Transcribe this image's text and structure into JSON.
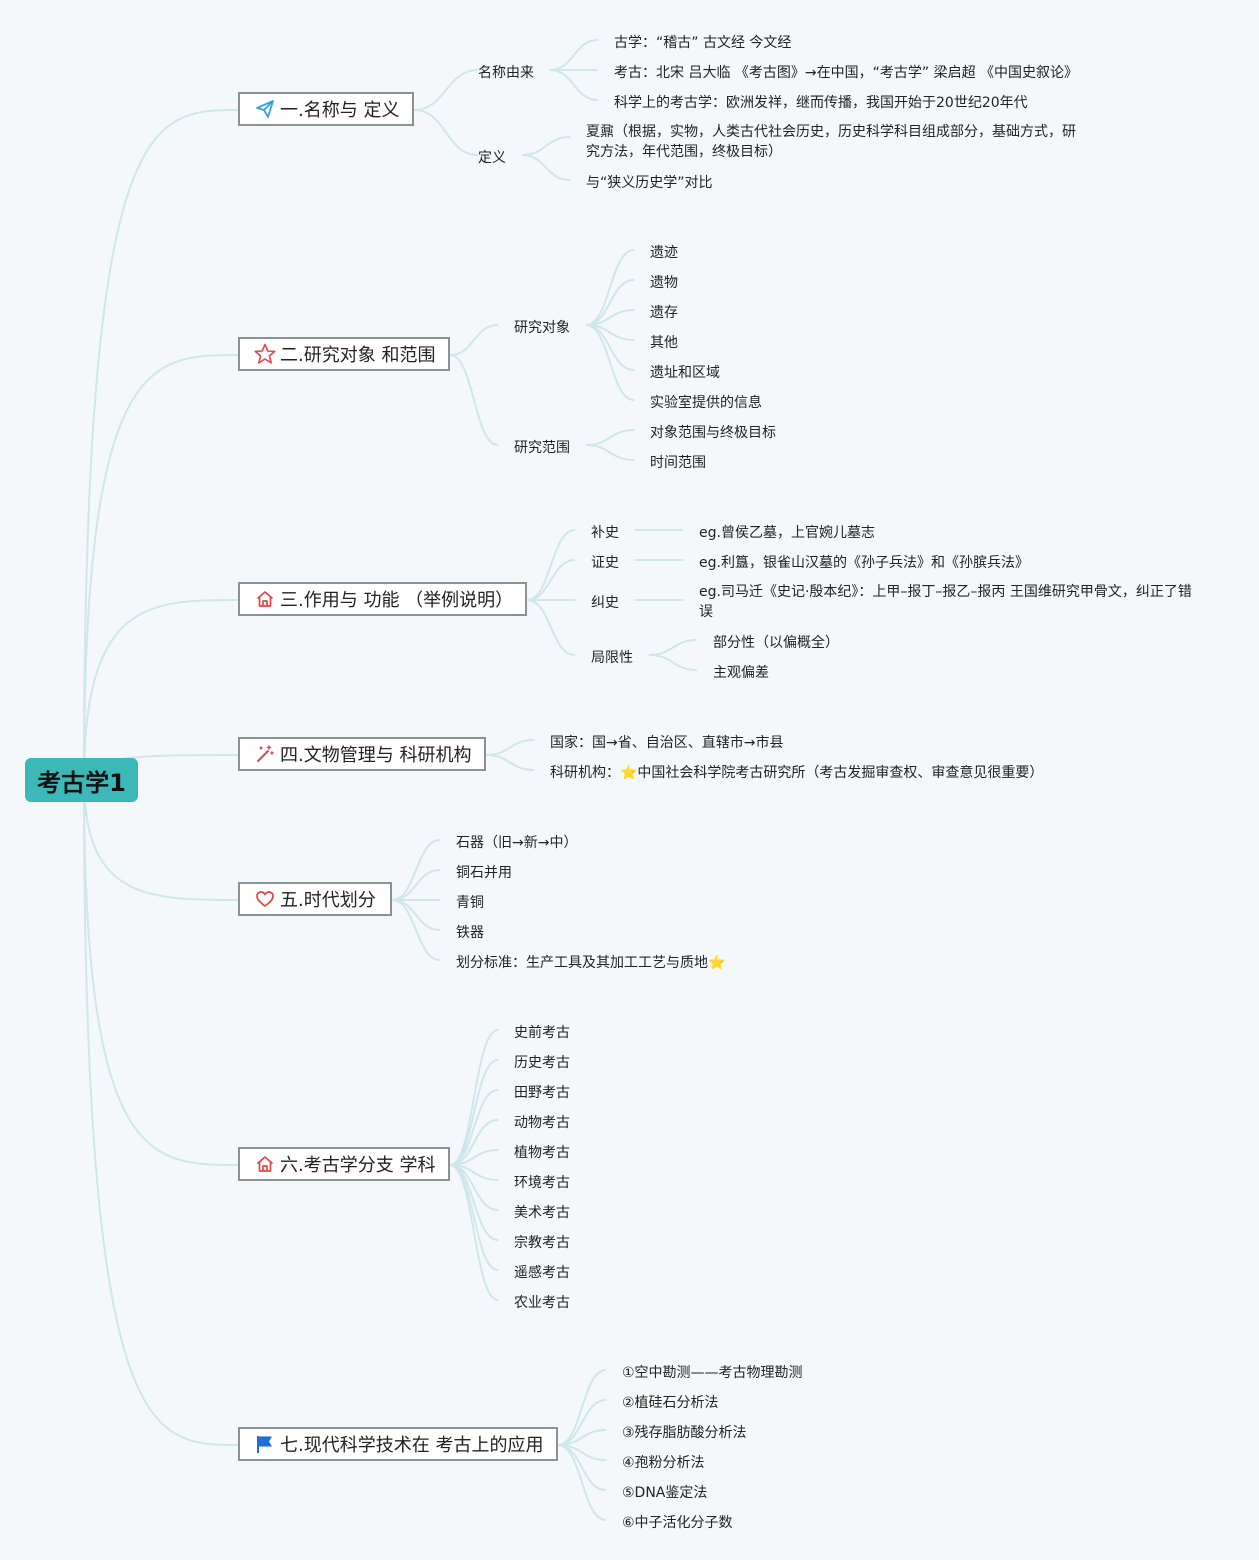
{
  "root": {
    "label": "考古学1"
  },
  "branches": [
    {
      "label": "一.名称与 定义",
      "icon": "paper-plane-icon",
      "icon_color": "#3aa0d8",
      "children": [
        {
          "label": "名称由来",
          "leaves": [
            "古学：“稽古” 古文经 今文经",
            "考古：北宋 吕大临 《考古图》→在中国，“考古学” 梁启超 《中国史叙论》",
            "科学上的考古学：欧洲发祥，继而传播，我国开始于20世纪20年代"
          ]
        },
        {
          "label": "定义",
          "leaves": [
            "夏鼐（根据，实物，人类古代社会历史，历史科学科目组成部分，基础方式，研究方法，年代范围，终极目标）",
            "与“狭义历史学”对比"
          ]
        }
      ]
    },
    {
      "label": "二.研究对象 和范围",
      "icon": "star-icon",
      "icon_color": "#e04848",
      "children": [
        {
          "label": "研究对象",
          "leaves": [
            "遗迹",
            "遗物",
            "遗存",
            "其他",
            "遗址和区域",
            "实验室提供的信息"
          ]
        },
        {
          "label": "研究范围",
          "leaves": [
            "对象范围与终极目标",
            "时间范围"
          ]
        }
      ]
    },
    {
      "label": "三.作用与 功能 （举例说明）",
      "icon": "home-icon",
      "icon_color": "#e04848",
      "children": [
        {
          "label": "补史",
          "leaves": [
            "eg.曾侯乙墓，上官婉儿墓志"
          ]
        },
        {
          "label": "证史",
          "leaves": [
            "eg.利簋，银雀山汉墓的《孙子兵法》和《孙膑兵法》"
          ]
        },
        {
          "label": "纠史",
          "leaves": [
            "eg.司马迁《史记·殷本纪》：上甲–报丁–报乙–报丙 王国维研究甲骨文，纠正了错误"
          ]
        },
        {
          "label": "局限性",
          "leaves": [
            "部分性（以偏概全）",
            "主观偏差"
          ]
        }
      ]
    },
    {
      "label": "四.文物管理与 科研机构",
      "icon": "magic-wand-icon",
      "icon_color": "#e04848",
      "leaves": [
        "国家：国→省、自治区、直辖市→市县",
        "科研机构：⭐中国社会科学院考古研究所（考古发掘审查权、审查意见很重要）"
      ]
    },
    {
      "label": "五.时代划分",
      "icon": "heart-icon",
      "icon_color": "#e04848",
      "leaves": [
        "石器（旧→新→中）",
        "铜石并用",
        "青铜",
        "铁器",
        "划分标准：生产工具及其加工工艺与质地⭐"
      ]
    },
    {
      "label": "六.考古学分支 学科",
      "icon": "home-icon",
      "icon_color": "#e04848",
      "leaves": [
        "史前考古",
        "历史考古",
        "田野考古",
        "动物考古",
        "植物考古",
        "环境考古",
        "美术考古",
        "宗教考古",
        "遥感考古",
        "农业考古"
      ]
    },
    {
      "label": "七.现代科学技术在 考古上的应用",
      "icon": "flag-icon",
      "icon_color": "#1a6fd8",
      "leaves": [
        "①空中勘测——考古物理勘测",
        "②植硅石分析法",
        "③残存脂肪酸分析法",
        "④孢粉分析法",
        "⑤DNA鉴定法",
        "⑥中子活化分子数"
      ]
    }
  ]
}
